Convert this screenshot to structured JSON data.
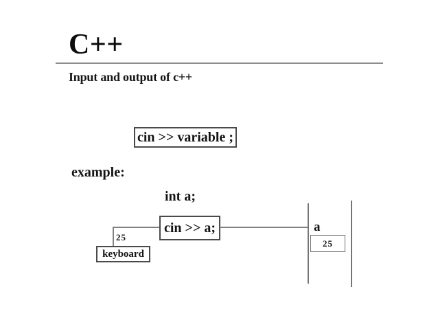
{
  "slide": {
    "title": "C++",
    "subtitle": "Input and output of c++"
  },
  "syntax": {
    "box_label": "cin >> variable ;"
  },
  "example": {
    "heading": "example:",
    "declaration": "int a;",
    "statement": "cin >> a;",
    "input_value": "25",
    "input_device": "keyboard",
    "variable_label": "a",
    "stored_value": "25"
  },
  "colors": {
    "background": "#ffffff",
    "text": "#141414",
    "title_rule": "#8c8c8c",
    "connector_line": "#808080",
    "memory_line": "#757575",
    "box_border": "#4a4a4a",
    "value_box_border": "#6d6d6d"
  }
}
